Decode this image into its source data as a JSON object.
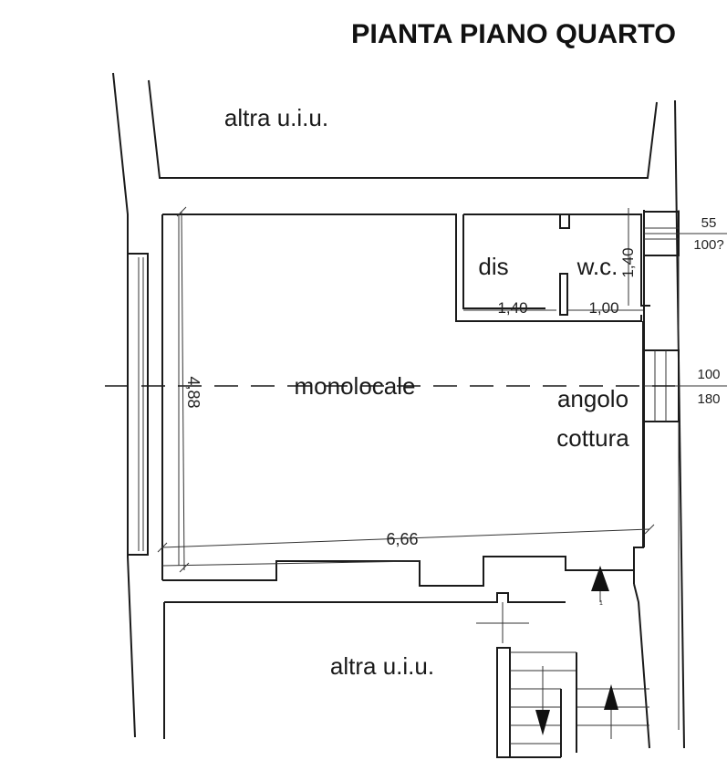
{
  "title": "PIANTA PIANO QUARTO",
  "rooms": {
    "other_unit_top": "altra u.i.u.",
    "other_unit_bottom": "altra u.i.u.",
    "studio": "monolocale",
    "hallway": "dis",
    "bathroom": "w.c.",
    "kitchen_line1": "angolo",
    "kitchen_line2": "cottura"
  },
  "dimensions": {
    "height_main": "4,88",
    "width_main": "6,66",
    "dis_width": "1,40",
    "wc_width": "1,00",
    "wc_height": "1,40"
  },
  "windows": {
    "upper_top": "55",
    "upper_bottom": "100?",
    "lower_top": "100",
    "lower_bottom": "180"
  },
  "stair_marker": "1"
}
